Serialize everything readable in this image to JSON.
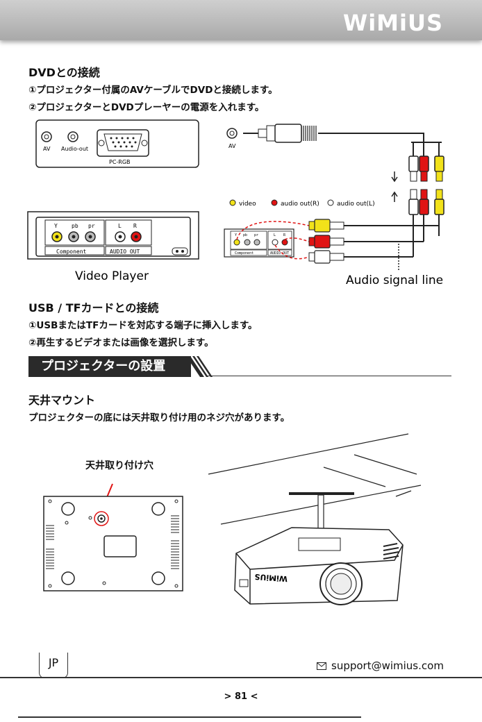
{
  "header": {
    "brand": "WiMiUS"
  },
  "dvd": {
    "title": "DVDとの接続",
    "step1": "①プロジェクター付属のAVケーブルでDVDと接続します。",
    "step2": "②プロジェクターとDVDプレーヤーの電源を入れます。"
  },
  "diagram1": {
    "port_av": "AV",
    "port_audio_out": "Audio-out",
    "port_pcrgb": "PC-RGB",
    "plug_av": "AV",
    "legend_video": "video",
    "legend_audio_r": "audio out(R)",
    "legend_audio_l": "audio out(L)",
    "player_y": "Y",
    "player_pb": "pb",
    "player_pr": "pr",
    "player_l": "L",
    "player_r": "R",
    "player_component": "Component",
    "player_audio_out": "AUDIO OUT",
    "video_player_label": "Video Player",
    "audio_signal_label": "Audio signal line"
  },
  "usb": {
    "title": "USB / TFカードとの接続",
    "step1": "①USBまたはTFカードを対応する端子に挿入します。",
    "step2": "②再生するビデオまたは画像を選択します。"
  },
  "banner": {
    "title": "プロジェクターの設置"
  },
  "ceiling": {
    "title": "天井マウント",
    "desc": "プロジェクターの底には天井取り付け用のネジ穴があります。",
    "hole_label": "天井取り付け穴",
    "projector_brand": "WiMiUS"
  },
  "footer": {
    "lang": "JP",
    "email": "support@wimius.com",
    "page": "> 81 <"
  }
}
